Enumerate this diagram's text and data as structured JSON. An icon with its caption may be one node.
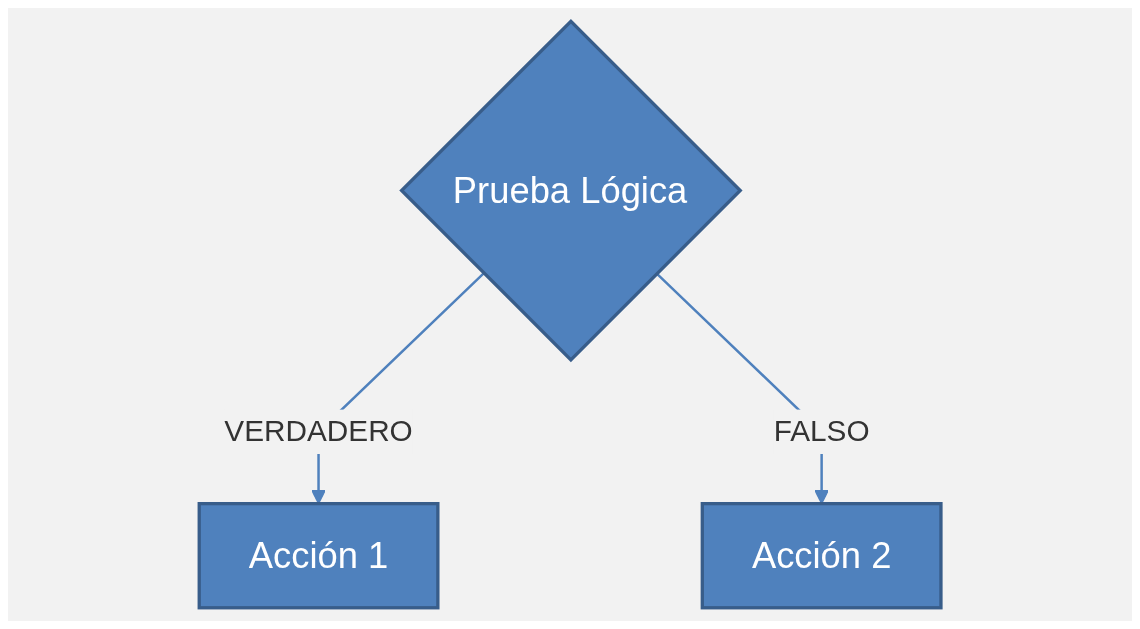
{
  "diagram": {
    "nodes": [
      {
        "text": [
          "Prueba Lógica"
        ]
      },
      {
        "text": [
          "Acción 1"
        ]
      },
      {
        "text": [
          "Acción 2"
        ]
      }
    ],
    "edges": [
      {
        "from": 0,
        "to": 1,
        "arrow": "to",
        "label": "VERDADERO"
      },
      {
        "from": 0,
        "to": 2,
        "arrow": "to",
        "label": "FALSO"
      }
    ]
  }
}
